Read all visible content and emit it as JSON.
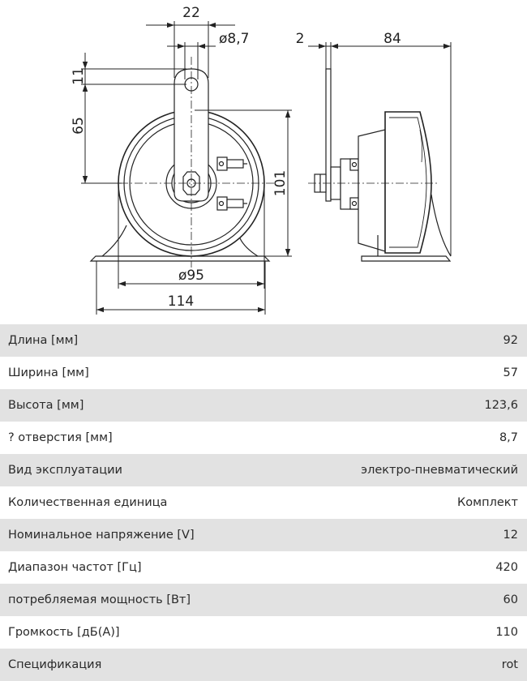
{
  "drawing": {
    "dim_22": "22",
    "dim_hole": "ø8,7",
    "dim_2": "2",
    "dim_84": "84",
    "dim_11": "11",
    "dim_65": "65",
    "dim_101": "101",
    "dim_95": "ø95",
    "dim_114": "114"
  },
  "specs": [
    {
      "label": "Длина [мм]",
      "value": "92"
    },
    {
      "label": "Ширина [мм]",
      "value": "57"
    },
    {
      "label": "Высота [мм]",
      "value": "123,6"
    },
    {
      "label": "? отверстия [мм]",
      "value": "8,7"
    },
    {
      "label": "Вид эксплуатации",
      "value": "электро-пневматический"
    },
    {
      "label": "Количественная единица",
      "value": "Комплект"
    },
    {
      "label": "Номинальное напряжение [V]",
      "value": "12"
    },
    {
      "label": "Диапазон частот [Гц]",
      "value": "420"
    },
    {
      "label": "потребляемая мощность [Вт]",
      "value": "60"
    },
    {
      "label": "Громкость [дБ(A)]",
      "value": "110"
    },
    {
      "label": "Спецификация",
      "value": "rot"
    }
  ]
}
